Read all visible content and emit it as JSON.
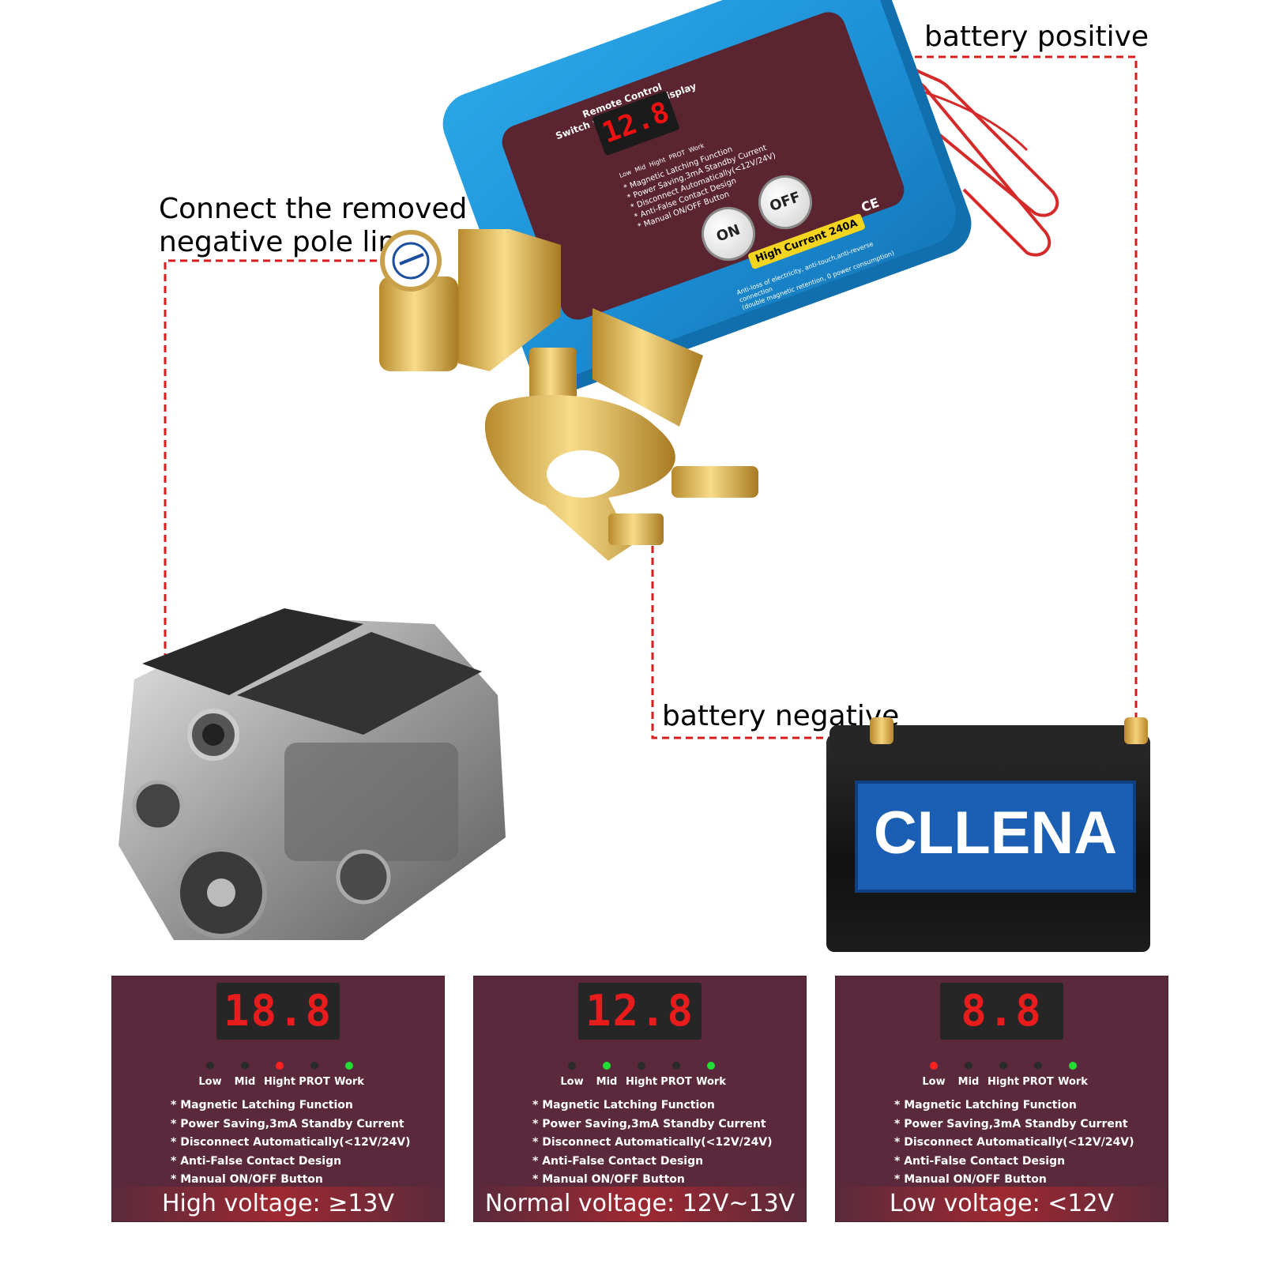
{
  "callouts": {
    "battery_positive": "battery positive",
    "negative_line_1": "Connect the removed",
    "negative_line_2": "negative pole line",
    "battery_negative": "battery negative"
  },
  "device": {
    "title_line_1": "Remote Control",
    "title_line_2": "Switch with Voltage Display",
    "display_value": "12.8",
    "indicators": [
      "Low",
      "Mid",
      "Hight",
      "PROT",
      "Work"
    ],
    "features": [
      "* Magnetic Latching Function",
      "* Power Saving,3mA Standby Current",
      "* Disconnect Automatically(<12V/24V)",
      "* Anti-False Contact Design",
      "* Manual ON/OFF Button"
    ],
    "on_label": "ON",
    "off_label": "OFF",
    "current_label": "High Current 240A",
    "ce_label": "CE",
    "footnote_1": "Anti-loss of electricity, anti-touch,anti-reverse connection",
    "footnote_2": "(double magnetic retention, 0 power consumption)",
    "body_color": "#1d8fd6",
    "face_color": "#5a2430"
  },
  "battery": {
    "brand": "CLLENA",
    "label_color": "#1b5fb4"
  },
  "cards": [
    {
      "display": "18.8",
      "dots": [
        "off",
        "off",
        "red",
        "off",
        "green"
      ],
      "labels": [
        "Low",
        "Mid",
        "Hight",
        "PROT",
        "Work"
      ],
      "features": [
        "* Magnetic Latching Function",
        "* Power Saving,3mA Standby Current",
        "* Disconnect Automatically(<12V/24V)",
        "* Anti-False Contact Design",
        "* Manual ON/OFF Button"
      ],
      "caption": "High voltage: ≥13V"
    },
    {
      "display": "12.8",
      "dots": [
        "off",
        "green",
        "off",
        "off",
        "green"
      ],
      "labels": [
        "Low",
        "Mid",
        "Hight",
        "PROT",
        "Work"
      ],
      "features": [
        "* Magnetic Latching Function",
        "* Power Saving,3mA Standby Current",
        "* Disconnect Automatically(<12V/24V)",
        "* Anti-False Contact Design",
        "* Manual ON/OFF Button"
      ],
      "caption": "Normal voltage: 12V~13V"
    },
    {
      "display": "8.8",
      "dots": [
        "red",
        "off",
        "off",
        "off",
        "green"
      ],
      "labels": [
        "Low",
        "Mid",
        "Hight",
        "PROT",
        "Work"
      ],
      "features": [
        "* Magnetic Latching Function",
        "* Power Saving,3mA Standby Current",
        "* Disconnect Automatically(<12V/24V)",
        "* Anti-False Contact Design",
        "* Manual ON/OFF Button"
      ],
      "caption": "Low voltage: <12V"
    }
  ],
  "colors": {
    "connector_line": "#d91c1c",
    "dot_off": "#2a2a2a",
    "dot_red": "#ff2020",
    "dot_green": "#22dd33",
    "card_bg": "#5a2a3c"
  }
}
